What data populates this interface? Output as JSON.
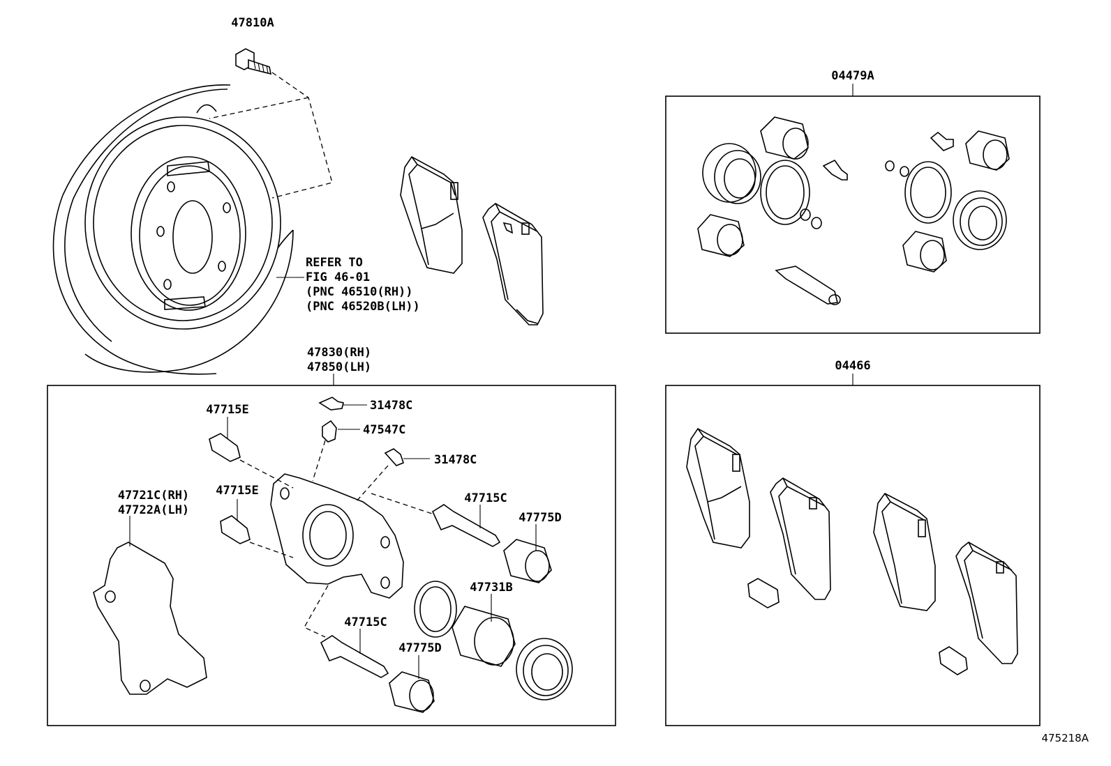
{
  "labels": {
    "bolt_top": "47810A",
    "refer_line1": "REFER TO",
    "refer_line2": "FIG 46-01",
    "refer_line3": "(PNC 46510(RH))",
    "refer_line4": "(PNC 46520B(LH))",
    "caliper_rh": "47830(RH)",
    "caliper_lh": "47850(LH)",
    "kit_seal": "04479A",
    "kit_pad": "04466",
    "cap_top": "31478C",
    "bleeder": "47547C",
    "cap_mid": "31478C",
    "bolt_e_top": "47715E",
    "bolt_e_mid": "47715E",
    "mount_rh": "47721C(RH)",
    "mount_lh": "47722A(LH)",
    "pin_c_top": "47715C",
    "boot_d_top": "47775D",
    "piston": "47731B",
    "pin_c_bottom": "47715C",
    "boot_d_bottom": "47775D",
    "figure_id": "475218A"
  }
}
